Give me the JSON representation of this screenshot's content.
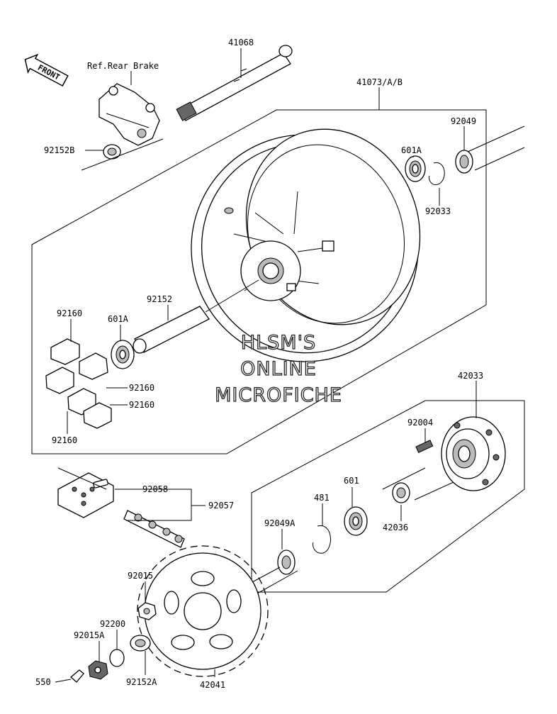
{
  "diagram": {
    "front_label": "FRONT",
    "ref_label": "Ref.Rear Brake",
    "watermark": [
      "HLSM'S",
      "ONLINE",
      "MICROFICHE"
    ],
    "parts": {
      "p41068": "41068",
      "p41073": "41073/A/B",
      "p92049": "92049",
      "p601A_top": "601A",
      "p92033": "92033",
      "p92152B": "92152B",
      "p92152": "92152",
      "p601A_mid": "601A",
      "p92160_a": "92160",
      "p92160_b": "92160",
      "p92160_c": "92160",
      "p92160_d": "92160",
      "p42033": "42033",
      "p92004": "92004",
      "p601": "601",
      "p481": "481",
      "p92049A": "92049A",
      "p42036": "42036",
      "p92058": "92058",
      "p92057": "92057",
      "p92015": "92015",
      "p92200": "92200",
      "p92015A": "92015A",
      "p550": "550",
      "p92152A": "92152A",
      "p42041": "42041"
    }
  }
}
